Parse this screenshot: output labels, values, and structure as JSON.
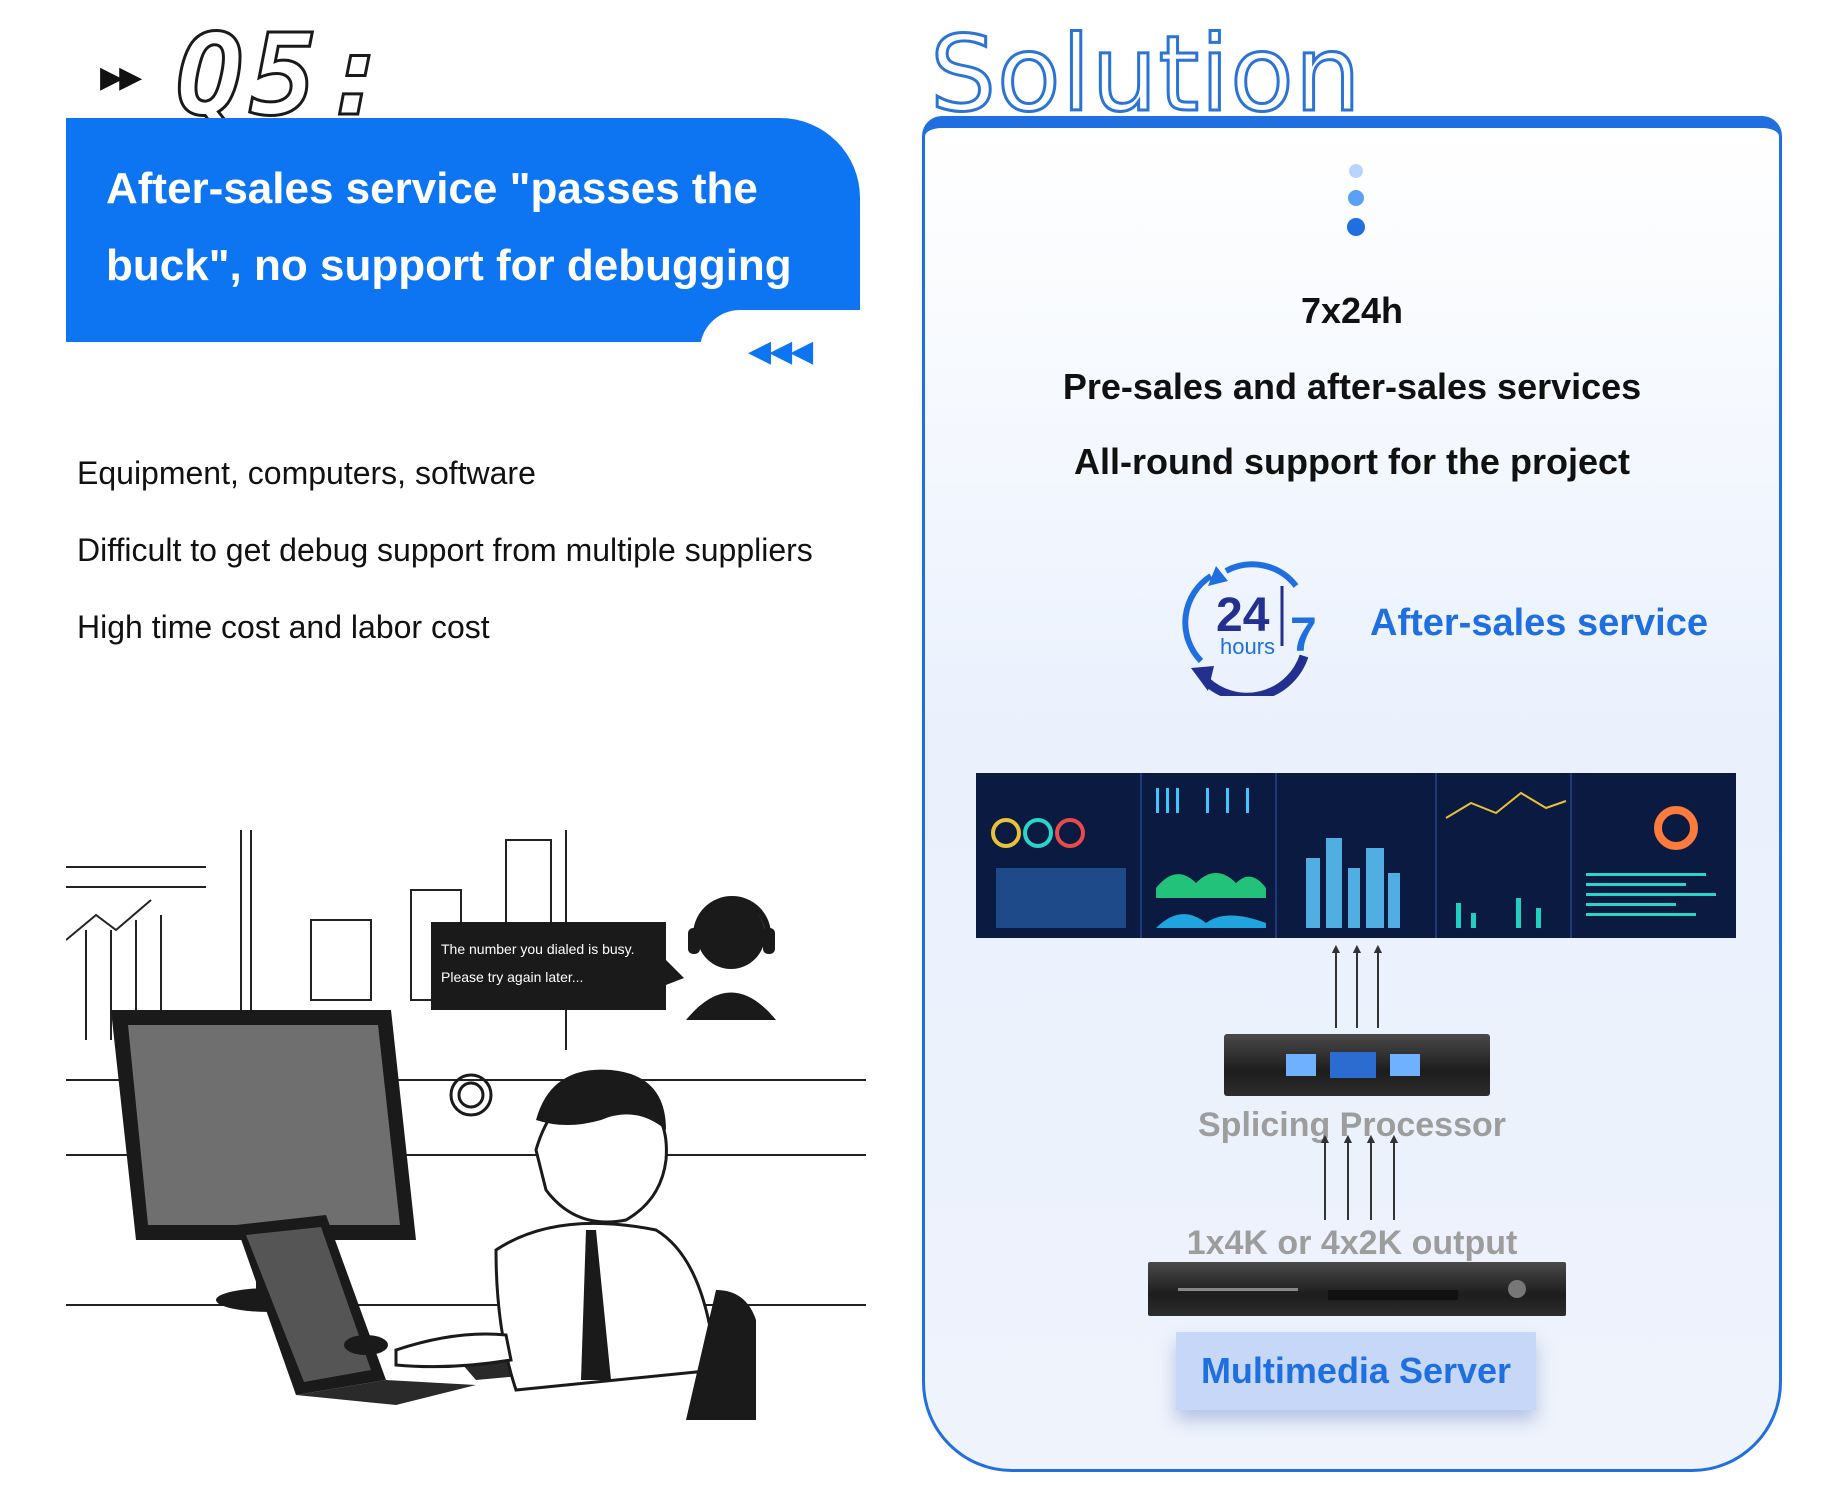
{
  "problem": {
    "code": "Q5:",
    "title": "After-sales service \"passes the buck\", no support for debugging",
    "points": [
      "Equipment, computers, software",
      "Difficult to get debug support from multiple suppliers",
      "High time cost and labor cost"
    ],
    "illustration": {
      "speech_bubble": [
        "The number you dialed is busy.",
        "Please try again later..."
      ]
    }
  },
  "solution": {
    "title": "Solution",
    "lines": [
      "7x24h",
      "Pre-sales and after-sales services",
      "All-round support for the project"
    ],
    "badge": {
      "big": "24",
      "small": "hours",
      "side": "7"
    },
    "after_sales_label": "After-sales service",
    "flow": {
      "processor_label": "Splicing Processor",
      "output_label": "1x4K or 4x2K output",
      "server_label": "Multimedia Server"
    }
  },
  "colors": {
    "brand_blue": "#0d74f2",
    "solution_blue": "#1f6fe0",
    "gray_label": "#9d9d9d"
  }
}
